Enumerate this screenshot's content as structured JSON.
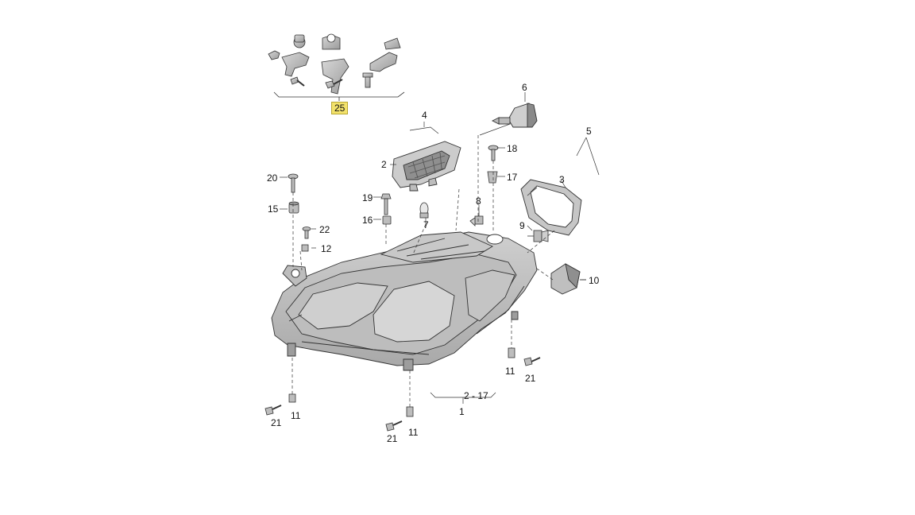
{
  "diagram": {
    "labels": {
      "p1": "1",
      "p2_17": "2 - 17",
      "p2": "2",
      "p3": "3",
      "p4": "4",
      "p5": "5",
      "p6": "6",
      "p7": "7",
      "p8": "8",
      "p9": "9",
      "p10": "10",
      "p11": "11",
      "p12": "12",
      "p15": "15",
      "p16": "16",
      "p17": "17",
      "p18": "18",
      "p19": "19",
      "p20": "20",
      "p21": "21",
      "p22": "22",
      "p25": "25"
    },
    "highlight_color": "#f3e26b"
  }
}
